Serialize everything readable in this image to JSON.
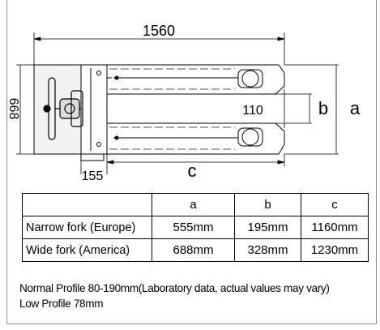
{
  "dimensions": {
    "overall_length": "1560",
    "overall_width": "668",
    "inner_gap": "110",
    "handle_offset": "155",
    "letter_b": "b",
    "letter_a": "a",
    "letter_c": "c"
  },
  "table": {
    "headers": [
      "",
      "a",
      "b",
      "c"
    ],
    "rows": [
      {
        "label": "Narrow fork (Europe)",
        "a": "555mm",
        "b": "195mm",
        "c": "1160mm"
      },
      {
        "label": "Wide fork (America)",
        "a": "688mm",
        "b": "328mm",
        "c": "1230mm"
      }
    ]
  },
  "notes": {
    "line1": "Normal Profile 80-190mm(Laboratory data, actual values may vary)",
    "line2": "Low Profile 78mm"
  }
}
